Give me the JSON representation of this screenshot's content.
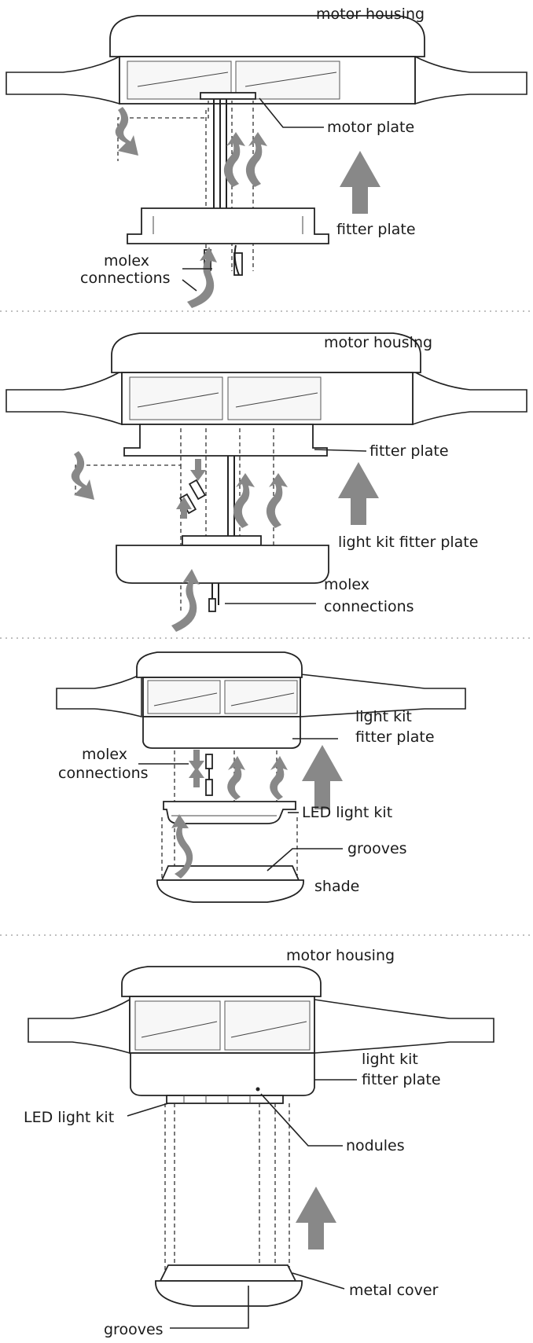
{
  "panels": [
    {
      "labels": {
        "motor_housing": "motor housing",
        "motor_plate": "motor plate",
        "fitter_plate": "fitter plate",
        "molex_line1": "molex",
        "molex_line2": "connections"
      }
    },
    {
      "labels": {
        "motor_housing": "motor housing",
        "fitter_plate": "fitter plate",
        "light_kit_fitter_plate": "light kit fitter plate",
        "molex_line1": "molex",
        "molex_line2": "connections"
      }
    },
    {
      "labels": {
        "light_kit_line1": "light kit",
        "fitter_plate_line2": "fitter plate",
        "molex_line1": "molex",
        "molex_line2": "connections",
        "led_light_kit": "LED light kit",
        "grooves": "grooves",
        "shade": "shade"
      }
    },
    {
      "labels": {
        "motor_housing": "motor housing",
        "light_kit_line1": "light kit",
        "fitter_plate_line2": "fitter plate",
        "led_light_kit": "LED light kit",
        "nodules": "nodules",
        "metal_cover": "metal cover",
        "grooves": "grooves"
      }
    }
  ],
  "colors": {
    "arrow": "#888888",
    "line": "#222222",
    "separator": "#9a9a9a"
  }
}
